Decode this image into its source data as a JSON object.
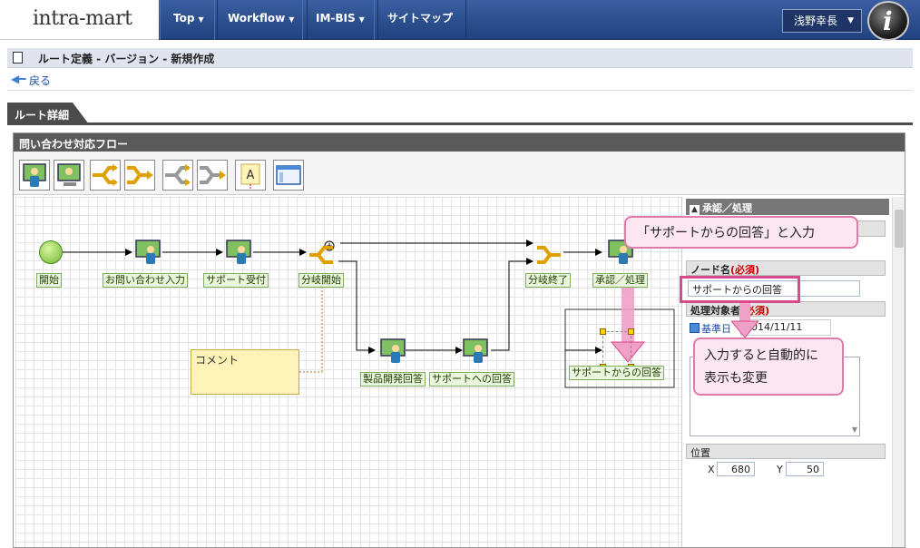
{
  "brand": {
    "name": "intra-mart"
  },
  "nav": {
    "items": [
      {
        "label": "Top"
      },
      {
        "label": "Workflow"
      },
      {
        "label": "IM-BIS"
      },
      {
        "label": "サイトマップ"
      }
    ],
    "user": "浅野幸長"
  },
  "page": {
    "title": "ルート定義 - バージョン - 新規作成",
    "back": "戻る",
    "tab": "ルート詳細"
  },
  "flow": {
    "title": "問い合わせ対応フロー",
    "nodes": {
      "start": "開始",
      "inquiry_input": "お問い合わせ入力",
      "support_accept": "サポート受付",
      "branch_start": "分岐開始",
      "branch_end": "分岐終了",
      "approve": "承認／処理",
      "product_answer": "製品開発回答",
      "support_answer": "サポートへの回答",
      "support_reply": "サポートからの回答"
    },
    "comment": "コメント",
    "comment_icon_letter": "A"
  },
  "props": {
    "header": "承認／処理",
    "node_name_label": "ノード名",
    "node_name_value": "サポートからの回答",
    "required": "(必須)",
    "target_label": "処理対象者",
    "base_date_label": "基準日",
    "base_date_value": "2014/11/11",
    "position_label": "位置",
    "x_label": "X",
    "x_value": "680",
    "y_label": "Y",
    "y_value": "50"
  },
  "callouts": {
    "top": "「サポートからの回答」と入力",
    "bottom_line1": "入力すると自動的に",
    "bottom_line2": "表示も変更"
  },
  "colors": {
    "nav": "#2a4d8f",
    "node_fill": "#eaf5dd",
    "callout": "#fbe6f1",
    "highlight": "#d94a8a"
  }
}
